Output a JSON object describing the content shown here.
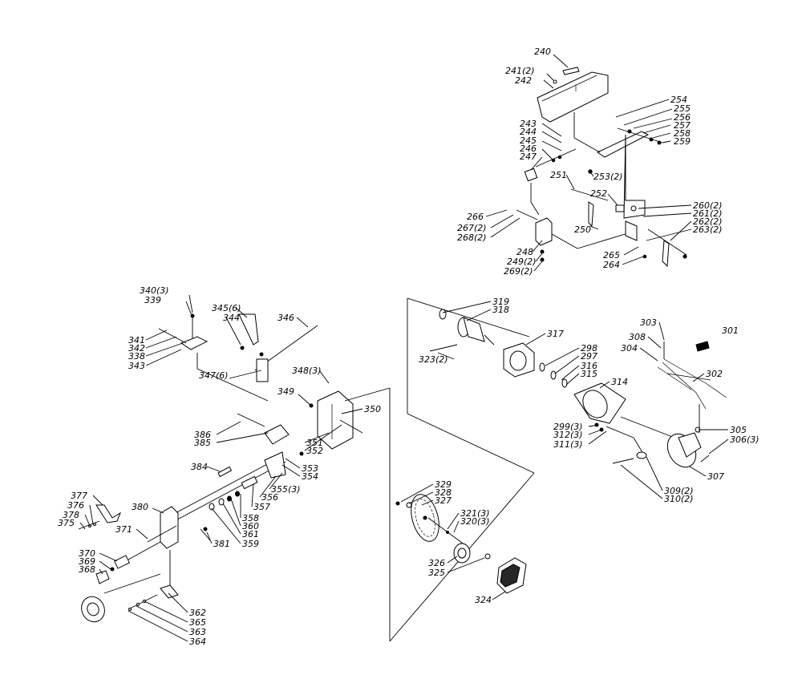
{
  "labels": {
    "p240": "240",
    "p241": "241(2)",
    "p242": "242",
    "p243": "243",
    "p244": "244",
    "p245": "245",
    "p246": "246",
    "p247": "247",
    "p248": "248",
    "p249": "249(2)",
    "p250": "250",
    "p251": "251",
    "p252": "252",
    "p253": "253(2)",
    "p254": "254",
    "p255": "255",
    "p256": "256",
    "p257": "257",
    "p258": "258",
    "p259": "259",
    "p260": "260(2)",
    "p261": "261(2)",
    "p262": "262(2)",
    "p263": "263(2)",
    "p264": "264",
    "p265": "265",
    "p266": "266",
    "p267": "267(2)",
    "p268": "268(2)",
    "p269": "269(2)",
    "p297": "297",
    "p298": "298",
    "p299": "299(3)",
    "p301": "301",
    "p302": "302",
    "p303": "303",
    "p304": "304",
    "p305": "305",
    "p306": "306(3)",
    "p307": "307",
    "p308": "308",
    "p309": "309(2)",
    "p310": "310(2)",
    "p311": "311(3)",
    "p312": "312(3)",
    "p314": "314",
    "p315": "315",
    "p316": "316",
    "p317": "317",
    "p318": "318",
    "p319": "319",
    "p320": "320(3)",
    "p321": "321(3)",
    "p323": "323(2)",
    "p324": "324",
    "p325": "325",
    "p326": "326",
    "p327": "327",
    "p328": "328",
    "p329": "329",
    "p338": "338",
    "p339": "339",
    "p340": "340(3)",
    "p341": "341",
    "p342": "342",
    "p343": "343",
    "p344": "344",
    "p345": "345(6)",
    "p346": "346",
    "p347": "347(6)",
    "p348": "348(3)",
    "p349": "349",
    "p350": "350",
    "p351": "351",
    "p352": "352",
    "p353": "353",
    "p354": "354",
    "p355": "355(3)",
    "p356": "356",
    "p357": "357",
    "p358": "358",
    "p359": "359",
    "p360": "360",
    "p361": "361",
    "p362": "362",
    "p363": "363",
    "p364": "364",
    "p365": "365",
    "p368": "368",
    "p369": "369",
    "p370": "370",
    "p371": "371",
    "p375": "375",
    "p376": "376",
    "p377": "377",
    "p378": "378",
    "p380": "380",
    "p381": "381",
    "p384": "384",
    "p385": "385",
    "p386": "386"
  }
}
